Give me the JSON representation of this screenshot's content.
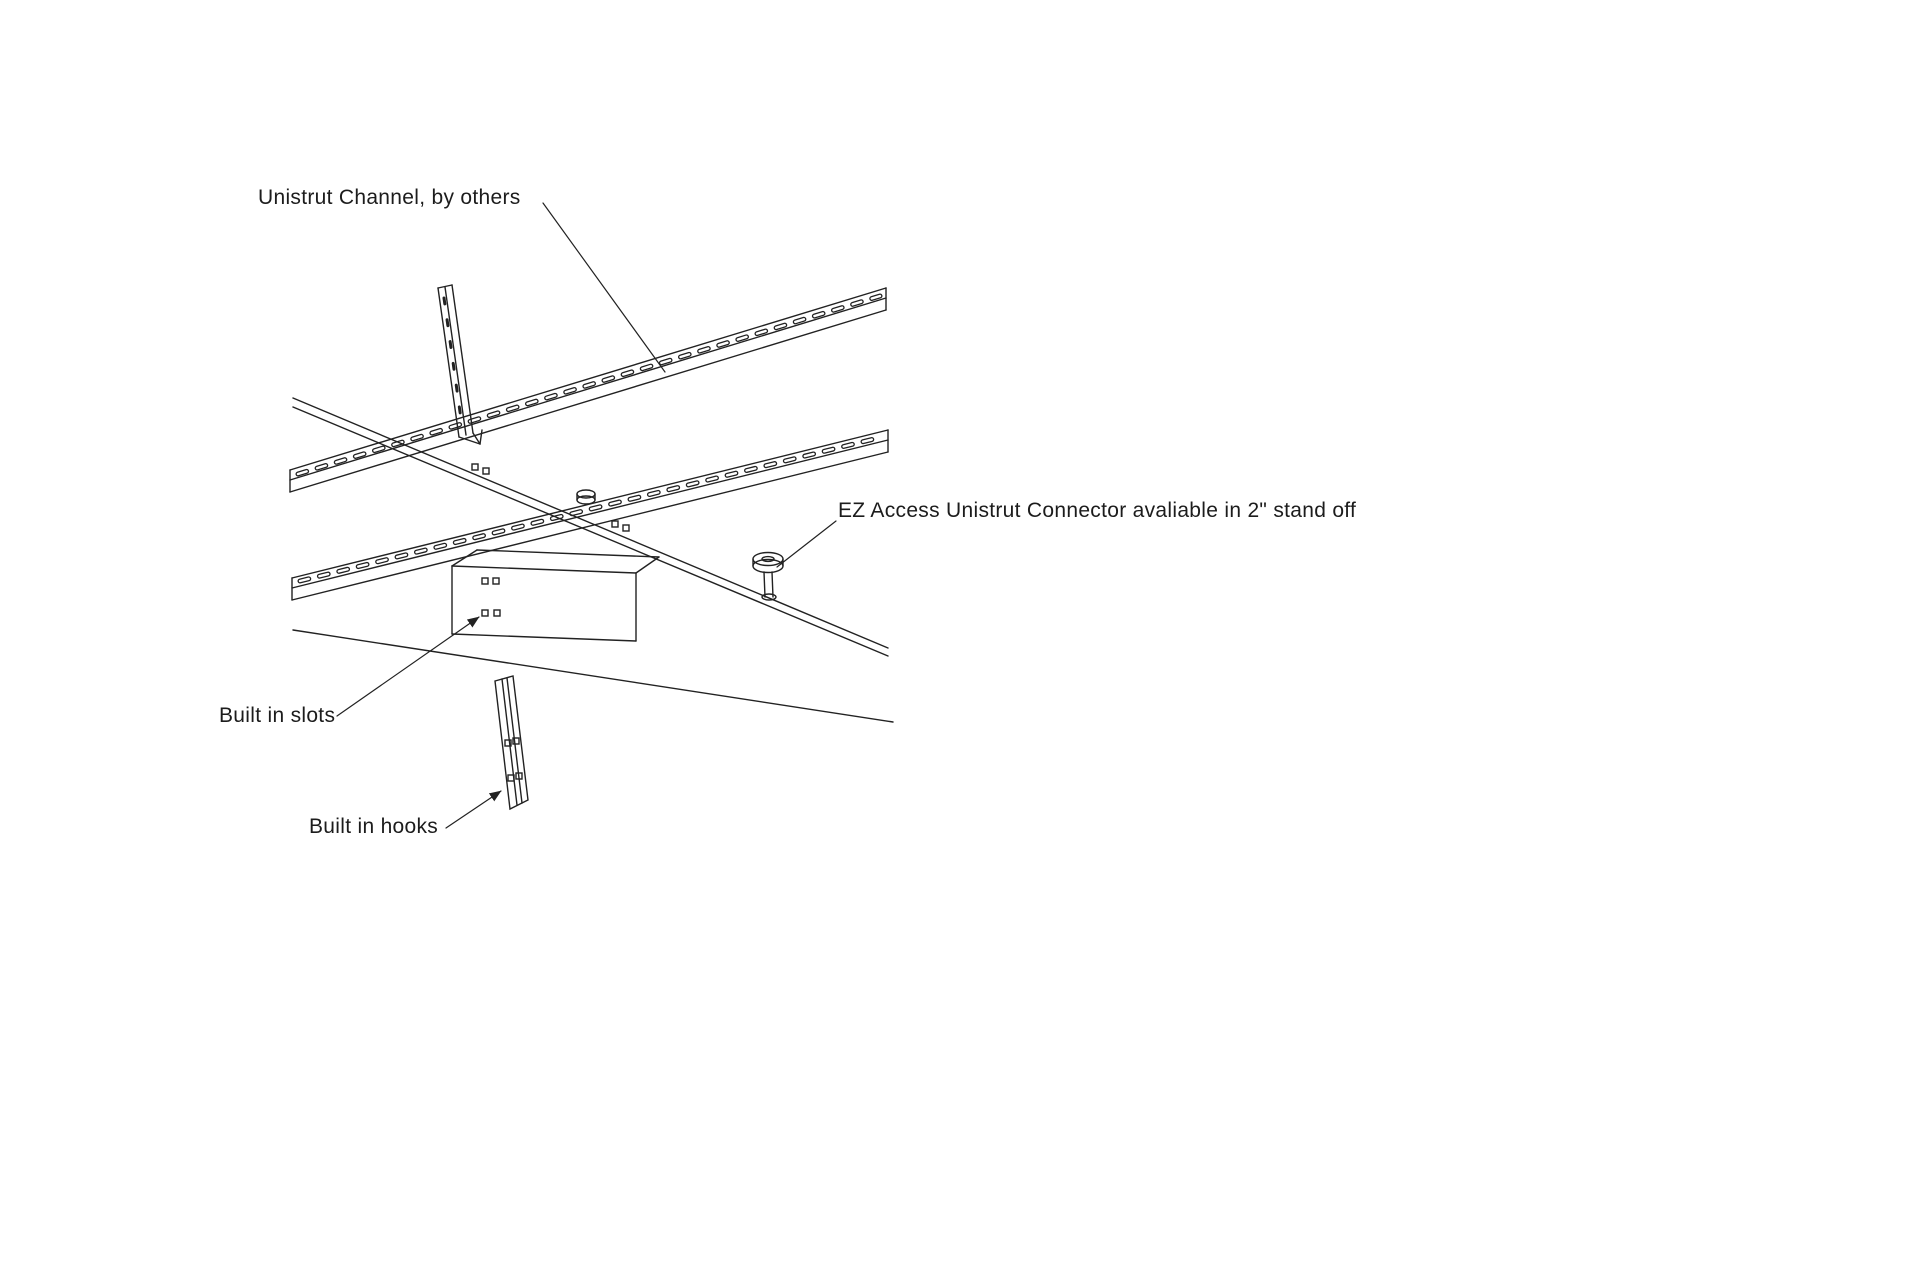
{
  "page": {
    "background": "#ffffff",
    "line_color": "#222222"
  },
  "diagram": {
    "type": "technical-line-drawing",
    "subject": "Unistrut channel mounting with EZ Access connectors",
    "labels": {
      "unistrut_channel": "Unistrut Channel, by others",
      "ez_connector": "EZ Access Unistrut Connector avaliable in 2\" stand off",
      "built_in_slots": "Built in slots",
      "built_in_hooks": "Built in hooks"
    }
  }
}
